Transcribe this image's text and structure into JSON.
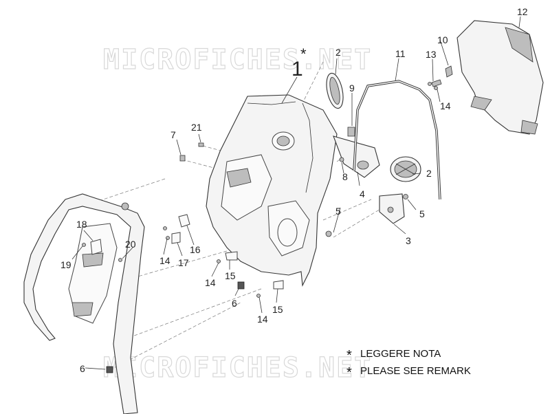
{
  "watermark": "MICROFICHES.NET",
  "callouts": {
    "c1": "1",
    "c1_star": "*",
    "c2_top": "2",
    "c2_mid": "2",
    "c3": "3",
    "c4": "4",
    "c5_a": "5",
    "c5_b": "5",
    "c6_a": "6",
    "c6_b": "6",
    "c7": "7",
    "c8": "8",
    "c9": "9",
    "c10": "10",
    "c11": "11",
    "c12": "12",
    "c13": "13",
    "c14_a": "14",
    "c14_b": "14",
    "c14_c": "14",
    "c14_d": "14",
    "c15_a": "15",
    "c15_b": "15",
    "c16": "16",
    "c17": "17",
    "c18": "18",
    "c19": "19",
    "c20": "20",
    "c21": "21"
  },
  "notes": {
    "line1": "LEGGERE NOTA",
    "line2": "PLEASE SEE REMARK",
    "star": "*"
  }
}
